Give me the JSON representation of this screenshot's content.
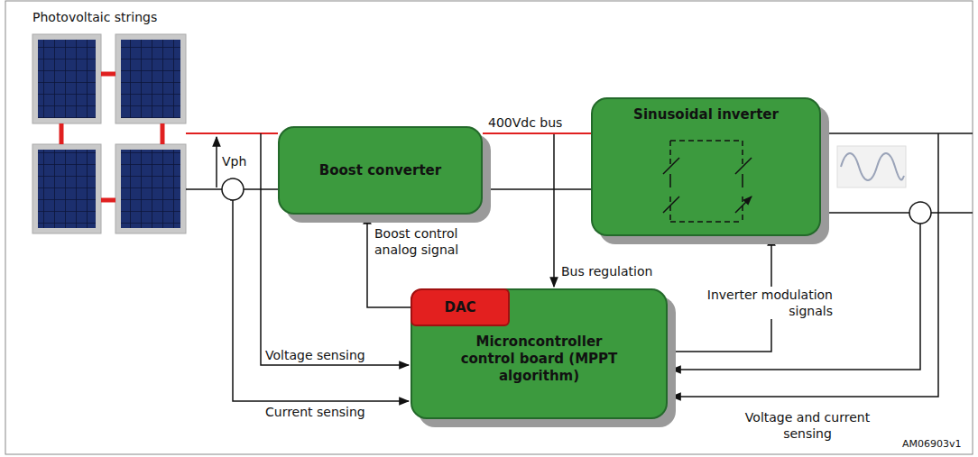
{
  "diagram": {
    "nodes": [
      {
        "text": [
          "Boost converter"
        ]
      },
      {
        "text": [
          "Sinusoidal inverter"
        ]
      },
      {
        "text": [
          "Microncontroller control board (MPPT algorithm)"
        ]
      },
      {
        "text": [
          "DAC"
        ],
        "in": 2
      }
    ],
    "edges": [
      {
        "from": 3,
        "to": 0,
        "arrow": "to",
        "label": "Boost control analog signal"
      },
      {
        "from": 0,
        "to": 1,
        "arrow": "none",
        "label": "400Vdc bus"
      },
      {
        "from": 2,
        "to": 1,
        "arrow": "to",
        "label": "Inverter modulation signals"
      }
    ],
    "labels": [
      "Photovoltaic strings",
      "Vph",
      "Voltage sensing",
      "Current sensing",
      "Bus regulation",
      "Voltage and current sensing",
      "AM06903v1"
    ]
  }
}
